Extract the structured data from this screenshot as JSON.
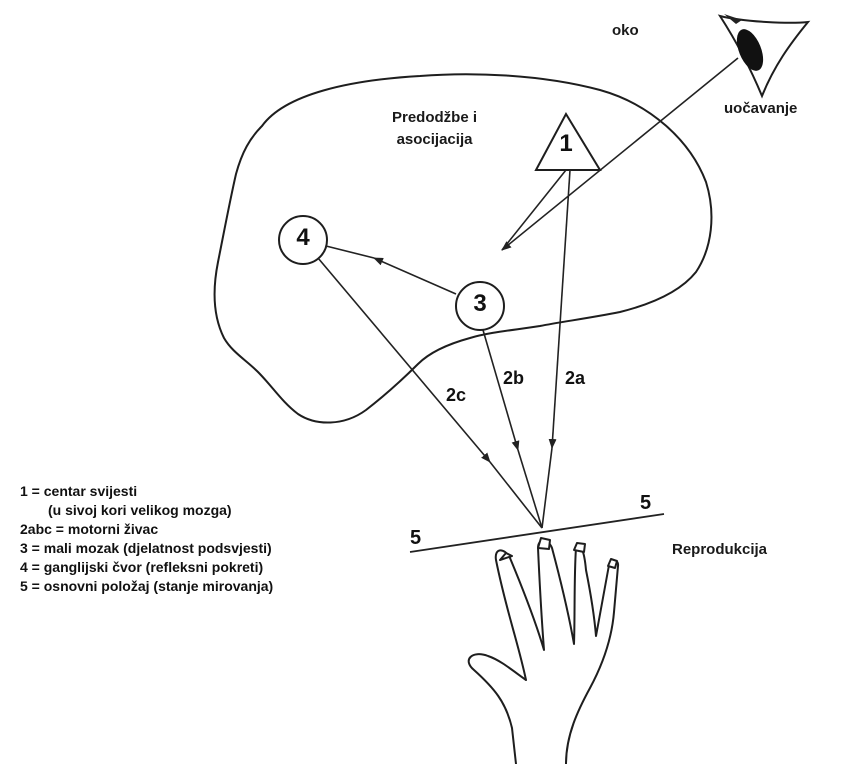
{
  "labels": {
    "eye": "oko",
    "perception": "uočavanje",
    "ideas_line1": "Predodžbe i",
    "ideas_line2": "asocijacija",
    "reproduction": "Reprodukcija"
  },
  "nodes": {
    "n1": "1",
    "n3": "3",
    "n4": "4"
  },
  "paths": {
    "p2a": "2a",
    "p2b": "2b",
    "p2c": "2c",
    "base_left": "5",
    "base_right": "5"
  },
  "legend": [
    "1 = centar svijesti",
    "(u sivoj kori velikog mozga)",
    "2abc = motorni živac",
    "3 = mali mozak (djelatnost podsvjesti)",
    "4 = ganglijski čvor (refleksni pokreti)",
    "5 = osnovni položaj (stanje mirovanja)"
  ]
}
